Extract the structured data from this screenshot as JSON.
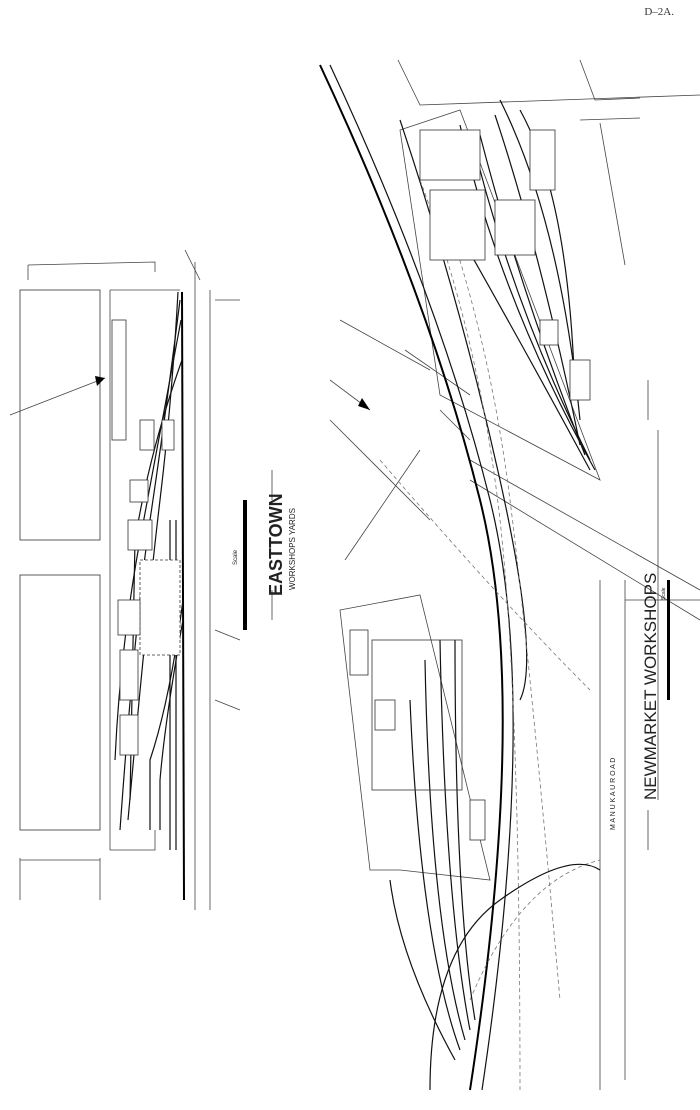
{
  "page": {
    "reference": "D–2A."
  },
  "easttown": {
    "title": "EASTTOWN",
    "subtitle": "WORKSHOPS YARDS",
    "scale_label": "Scale"
  },
  "newmarket": {
    "title": "NEWMARKET WORKSHOPS",
    "scale_label": "Scale",
    "road_label": "M A N U K A U   R O A D"
  }
}
